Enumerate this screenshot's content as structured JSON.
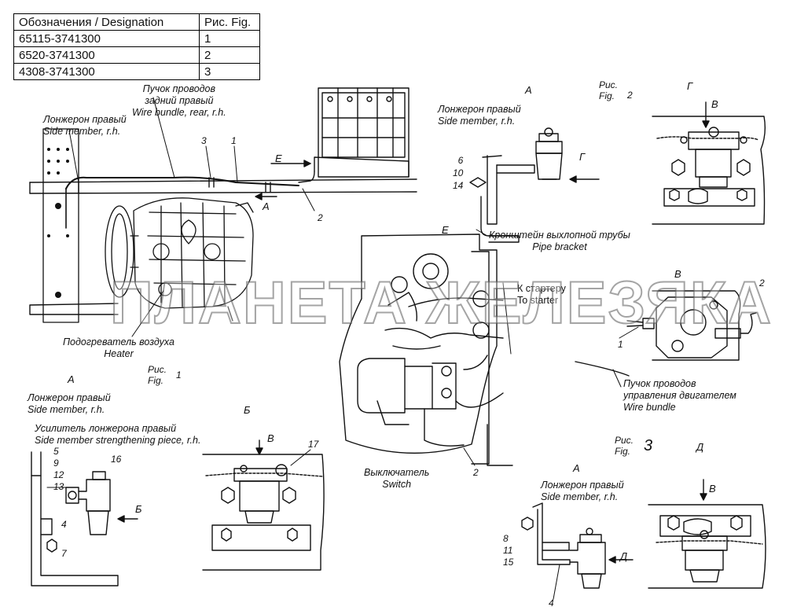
{
  "table": {
    "header": [
      "Обозначения / Designation",
      "Рис. Fig."
    ],
    "rows": [
      [
        "65115-3741300",
        "1"
      ],
      [
        "6520-3741300",
        "2"
      ],
      [
        "4308-3741300",
        "3"
      ]
    ]
  },
  "labels": {
    "wire_bundle_rear": [
      "Пучок проводов",
      "задний правый",
      "Wire bundle, rear, r.h."
    ],
    "side_member_main": [
      "Лонжерон правый",
      "Side member, r.h."
    ],
    "heater": [
      "Подогреватель воздуха",
      "Heater"
    ],
    "side_member_fig2": [
      "Лонжерон правый",
      "Side member, r.h."
    ],
    "pipe_bracket": [
      "Кронштейн выхлопной трубы",
      "Pipe bracket"
    ],
    "to_starter": [
      "К стартеру",
      "To starter"
    ],
    "switch": [
      "Выключатель",
      "Switch"
    ],
    "engine_bundle": [
      "Пучок проводов",
      "управления двигателем",
      "Wire bundle"
    ],
    "side_member_fig1": [
      "Лонжерон правый",
      "Side member, r.h."
    ],
    "strengthening": [
      "Усилитель лонжерона правый",
      "Side member strengthening piece, r.h."
    ],
    "side_member_fig3": [
      "Лонжерон правый",
      "Side member, r.h."
    ]
  },
  "views": {
    "a_main": "А",
    "e_main": "Е",
    "a_fig2": "А",
    "g_fig2": "Г",
    "g_title": "Г",
    "v_g": "В",
    "e_title": "Е",
    "v_title": "В",
    "a_fig1": "А",
    "b_fig1": "Б",
    "b_title": "Б",
    "v_b": "В",
    "a_fig3": "А",
    "d_fig3": "Д",
    "d_title": "Д",
    "v_d": "В"
  },
  "figures": {
    "fig1": [
      "Рис.",
      "Fig."
    ],
    "fig1_num": "1",
    "fig2": [
      "Рис.",
      "Fig."
    ],
    "fig2_num": "2",
    "fig3": [
      "Рис.",
      "Fig."
    ],
    "fig3_num": "3"
  },
  "callouts": {
    "main_3": "3",
    "main_1": "1",
    "main_2": "2",
    "fig2_stack": [
      "6",
      "10",
      "14"
    ],
    "e_2": "2",
    "v_1": "1",
    "v_2": "2",
    "fig1_stack": [
      "5",
      "9",
      "12",
      "13"
    ],
    "fig1_16": "16",
    "fig1_4": "4",
    "fig1_7": "7",
    "b_17": "17",
    "fig3_stack": [
      "8",
      "11",
      "15"
    ],
    "fig3_4": "4"
  },
  "watermark": "ПЛАНЕТА ЖЕЛЕЗЯКА"
}
